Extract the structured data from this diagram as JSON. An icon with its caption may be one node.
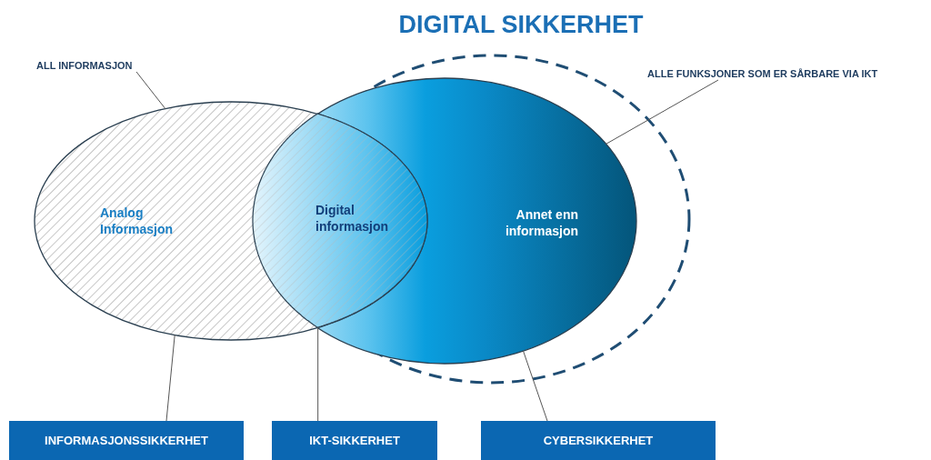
{
  "diagram": {
    "title": "DIGITAL SIKKERHET",
    "nodes": [
      {
        "text": [
          "ALL INFORMASJON"
        ]
      },
      {
        "text": [
          "Analog Informasjon"
        ]
      },
      {
        "text": [
          "Annet enn informasjon"
        ]
      },
      {
        "text": [
          "Digital informasjon"
        ]
      },
      {
        "text": [],
        "shape": "ellipse"
      },
      {
        "text": [
          "ALLE FUNKSJONER SOM ER SÅRBARE VIA IKT"
        ]
      },
      {
        "text": [
          "INFORMASJONSSIKKERHET"
        ]
      },
      {
        "text": [
          "IKT-SIKKERHET"
        ]
      },
      {
        "text": [
          "CYBERSIKKERHET"
        ]
      }
    ],
    "edges": [
      {
        "from": 0,
        "to": 1,
        "arrow": "none"
      },
      {
        "from": 5,
        "to": 2,
        "arrow": "none"
      },
      {
        "from": 6,
        "to": 1,
        "arrow": "none"
      },
      {
        "from": 7,
        "to": 3,
        "arrow": "none"
      },
      {
        "from": 8,
        "to": 2,
        "arrow": "none"
      }
    ]
  }
}
